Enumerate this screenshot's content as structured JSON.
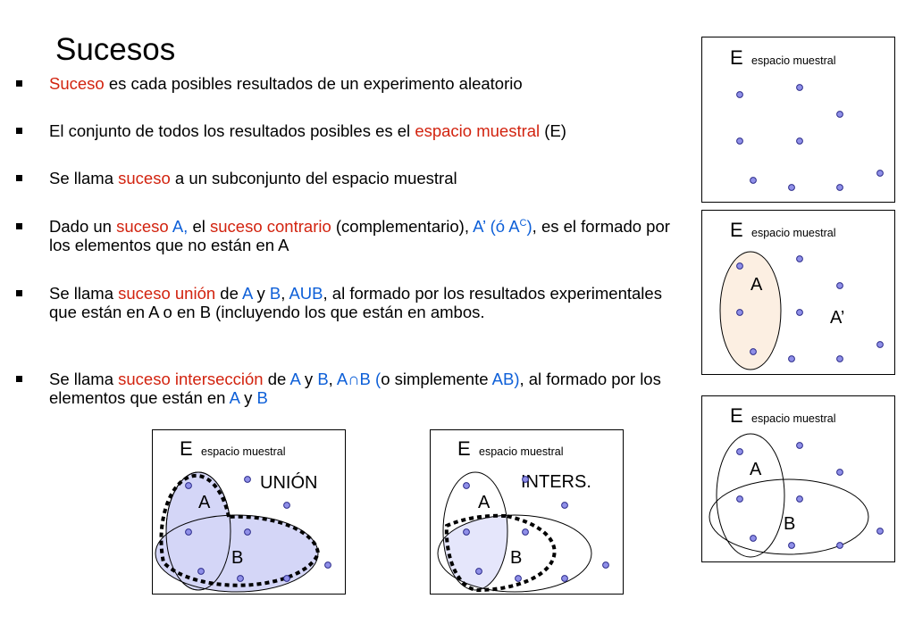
{
  "title": "Sucesos",
  "bullets": [
    {
      "parts": [
        {
          "text": "Suceso",
          "color": "red"
        },
        {
          "text": " es cada posibles resultados de un experimento aleatorio",
          "color": "black"
        }
      ]
    },
    {
      "parts": [
        {
          "text": "El conjunto de todos los resultados posibles es el ",
          "color": "black"
        },
        {
          "text": "espacio muestral",
          "color": "red"
        },
        {
          "text": " (E)",
          "color": "black"
        }
      ]
    },
    {
      "parts": [
        {
          "text": "Se llama ",
          "color": "black"
        },
        {
          "text": "suceso",
          "color": "red"
        },
        {
          "text": " a un subconjunto del espacio muestral",
          "color": "black"
        }
      ]
    },
    {
      "parts": [
        {
          "text": "Dado un ",
          "color": "black"
        },
        {
          "text": "suceso",
          "color": "red"
        },
        {
          "text": " A,",
          "color": "blue"
        },
        {
          "text": "  el ",
          "color": "black"
        },
        {
          "text": "suceso contrario",
          "color": "red"
        },
        {
          "text": " (complementario), ",
          "color": "black"
        },
        {
          "text": "A’ (ó A",
          "color": "blue"
        },
        {
          "text": "C",
          "color": "blue",
          "sup": true
        },
        {
          "text": ")",
          "color": "blue"
        },
        {
          "text": ", es el formado por los elementos que no están en A",
          "color": "black"
        }
      ]
    },
    {
      "parts": [
        {
          "text": "Se llama ",
          "color": "black"
        },
        {
          "text": "suceso unión",
          "color": "red"
        },
        {
          "text": " de ",
          "color": "black"
        },
        {
          "text": "A",
          "color": "blue"
        },
        {
          "text": " y ",
          "color": "black"
        },
        {
          "text": "B",
          "color": "blue"
        },
        {
          "text": ", ",
          "color": "black"
        },
        {
          "text": "AUB",
          "color": "blue"
        },
        {
          "text": ", al formado por los resultados experimentales que están en A o en B (incluyendo los que están en ambos.",
          "color": "black"
        }
      ]
    },
    {
      "parts": [
        {
          "text": "Se llama ",
          "color": "black"
        },
        {
          "text": "suceso intersección",
          "color": "red"
        },
        {
          "text": " de ",
          "color": "black"
        },
        {
          "text": "A",
          "color": "blue"
        },
        {
          "text": " y ",
          "color": "black"
        },
        {
          "text": "B",
          "color": "blue"
        },
        {
          "text": ", ",
          "color": "black"
        },
        {
          "text": "A∩B (",
          "color": "blue"
        },
        {
          "text": "o simplemente ",
          "color": "black"
        },
        {
          "text": "AB)",
          "color": "blue"
        },
        {
          "text": ", al formado por los elementos que están en ",
          "color": "black"
        },
        {
          "text": "A",
          "color": "blue"
        },
        {
          "text": " y ",
          "color": "black"
        },
        {
          "text": "B",
          "color": "blue"
        }
      ]
    }
  ],
  "diagrams": {
    "sample_space_label": "E",
    "sample_space_sub": "espacio muestral",
    "set_a": "A",
    "set_b": "B",
    "complement": "A’",
    "union_label": "UNIÓN",
    "intersection_label": "INTERS."
  },
  "colors": {
    "red": "#d2230f",
    "blue": "#0d5fd8",
    "dot_fill": "#8f8fe8",
    "dot_stroke": "#2b2b8a",
    "set_a_fill": "#fcefe2",
    "union_fill": "#d4d6f7",
    "intersection_fill": "#e5e6fb"
  }
}
